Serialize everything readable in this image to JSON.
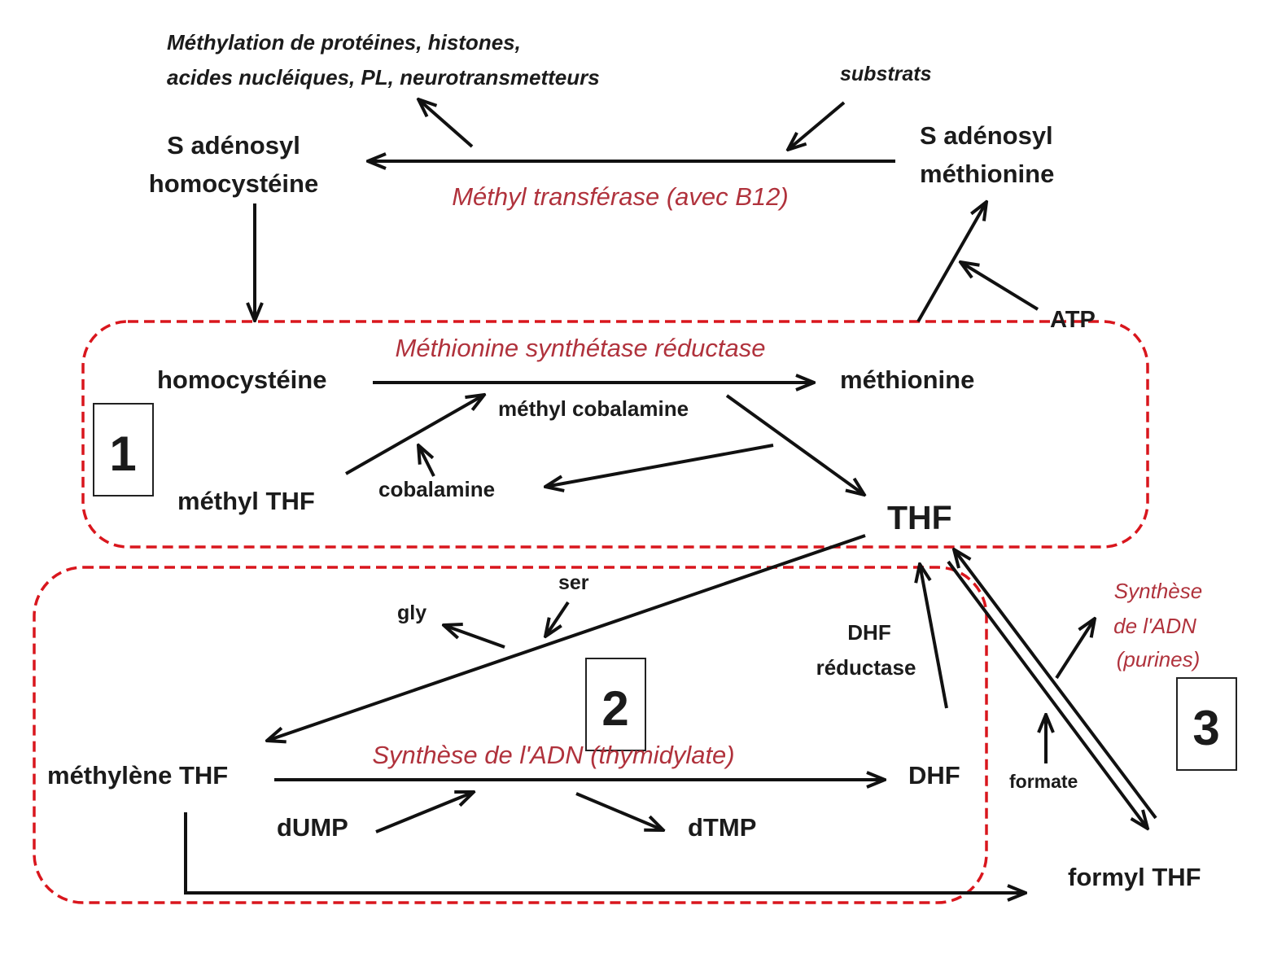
{
  "labels": {
    "methylation_line1": "Méthylation de protéines, histones,",
    "methylation_line2": "acides nucléiques, PL, neurotransmetteurs",
    "substrats": "substrats",
    "sah_line1": "S adénosyl",
    "sah_line2": "homocystéine",
    "sam_line1": "S adénosyl",
    "sam_line2": "méthionine",
    "methyl_transferase": "Méthyl transférase (avec B12)",
    "atp": "ATP",
    "methionine_synthetase": "Méthionine synthétase réductase",
    "homocysteine": "homocystéine",
    "methionine": "méthionine",
    "methyl_cobalamine": "méthyl cobalamine",
    "methyl_thf": "méthyl THF",
    "cobalamine": "cobalamine",
    "thf": "THF",
    "ser": "ser",
    "gly": "gly",
    "dhf_reductase_line1": "DHF",
    "dhf_reductase_line2": "réductase",
    "synthese_purines_line1": "Synthèse",
    "synthese_purines_line2": "de l'ADN",
    "synthese_purines_line3": "(purines)",
    "methylene_thf": "méthylène THF",
    "synthese_thymidylate": "Synthèse de l'ADN (thymidylate)",
    "dhf": "DHF",
    "formate": "formate",
    "dump": "dUMP",
    "dtmp": "dTMP",
    "formyl_thf": "formyl THF"
  },
  "cycles": [
    {
      "number": "1"
    },
    {
      "number": "2"
    },
    {
      "number": "3"
    }
  ],
  "colors": {
    "text": "#1b1b1b",
    "enzyme_text": "#b0323c",
    "box_border": "#d9161d",
    "arrow": "#111111"
  }
}
